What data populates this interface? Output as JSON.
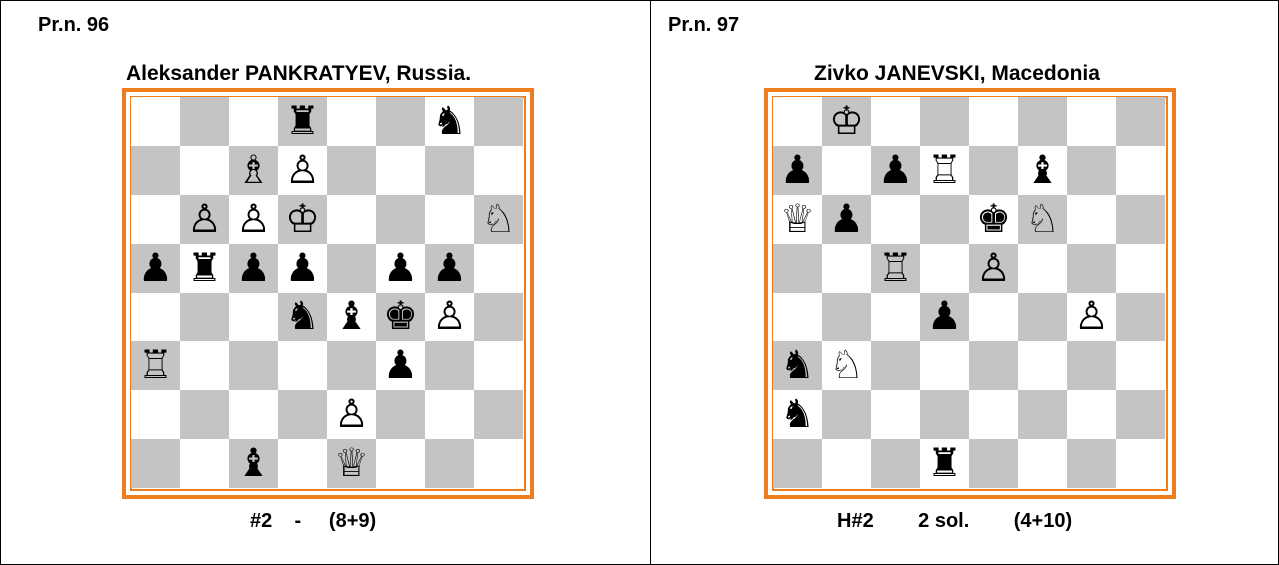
{
  "problems": [
    {
      "number": "Pr.n. 96",
      "author": "Aleksander PANKRATYEV, Russia.",
      "stipulation": "#2    -     (8+9)",
      "board": [
        [
          "",
          "",
          "",
          "r",
          "",
          "",
          "n",
          ""
        ],
        [
          "",
          "",
          "B",
          "P",
          "",
          "",
          "",
          ""
        ],
        [
          "",
          "P",
          "P",
          "K",
          "",
          "",
          "",
          "N"
        ],
        [
          "p",
          "r",
          "p",
          "p",
          "",
          "p",
          "p",
          ""
        ],
        [
          "",
          "",
          "",
          "n",
          "b",
          "k",
          "P",
          ""
        ],
        [
          "R",
          "",
          "",
          "",
          "",
          "p",
          "",
          ""
        ],
        [
          "",
          "",
          "",
          "",
          "P",
          "",
          "",
          ""
        ],
        [
          "",
          "",
          "b",
          "",
          "Q",
          "",
          "",
          ""
        ]
      ]
    },
    {
      "number": "Pr.n. 97",
      "author": "Zivko JANEVSKI, Macedonia",
      "stipulation": "H#2        2 sol.        (4+10)",
      "board": [
        [
          "",
          "K",
          "",
          "",
          "",
          "",
          "",
          ""
        ],
        [
          "p",
          "",
          "p",
          "R",
          "",
          "b",
          "",
          ""
        ],
        [
          "Q",
          "p",
          "",
          "",
          "k",
          "N",
          "",
          ""
        ],
        [
          "",
          "",
          "R",
          "",
          "P",
          "",
          "",
          ""
        ],
        [
          "",
          "",
          "",
          "p",
          "",
          "",
          "P",
          ""
        ],
        [
          "n",
          "N",
          "",
          "",
          "",
          "",
          "",
          ""
        ],
        [
          "n",
          "",
          "",
          "",
          "",
          "",
          "",
          ""
        ],
        [
          "",
          "",
          "",
          "r",
          "",
          "",
          "",
          ""
        ]
      ]
    }
  ],
  "colors": {
    "border": "#ef7d1d",
    "dark_square": "#c4c4c4",
    "light_square": "#ffffff"
  }
}
